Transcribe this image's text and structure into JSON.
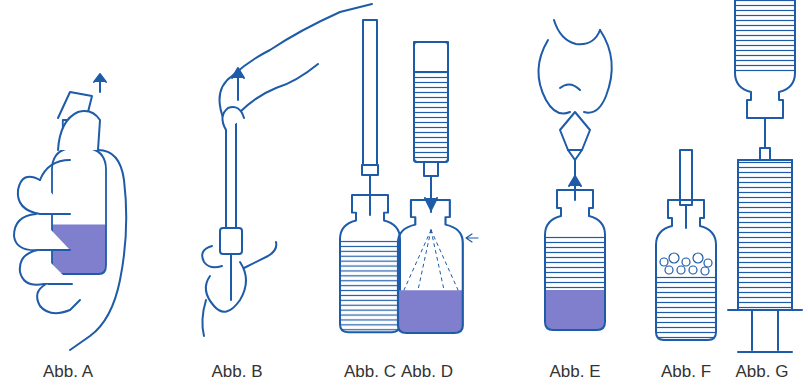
{
  "diagram": {
    "labels": [
      "Abb. A",
      "Abb. B",
      "Abb. C",
      "Abb. D",
      "Abb. E",
      "Abb. F",
      "Abb. G"
    ]
  }
}
